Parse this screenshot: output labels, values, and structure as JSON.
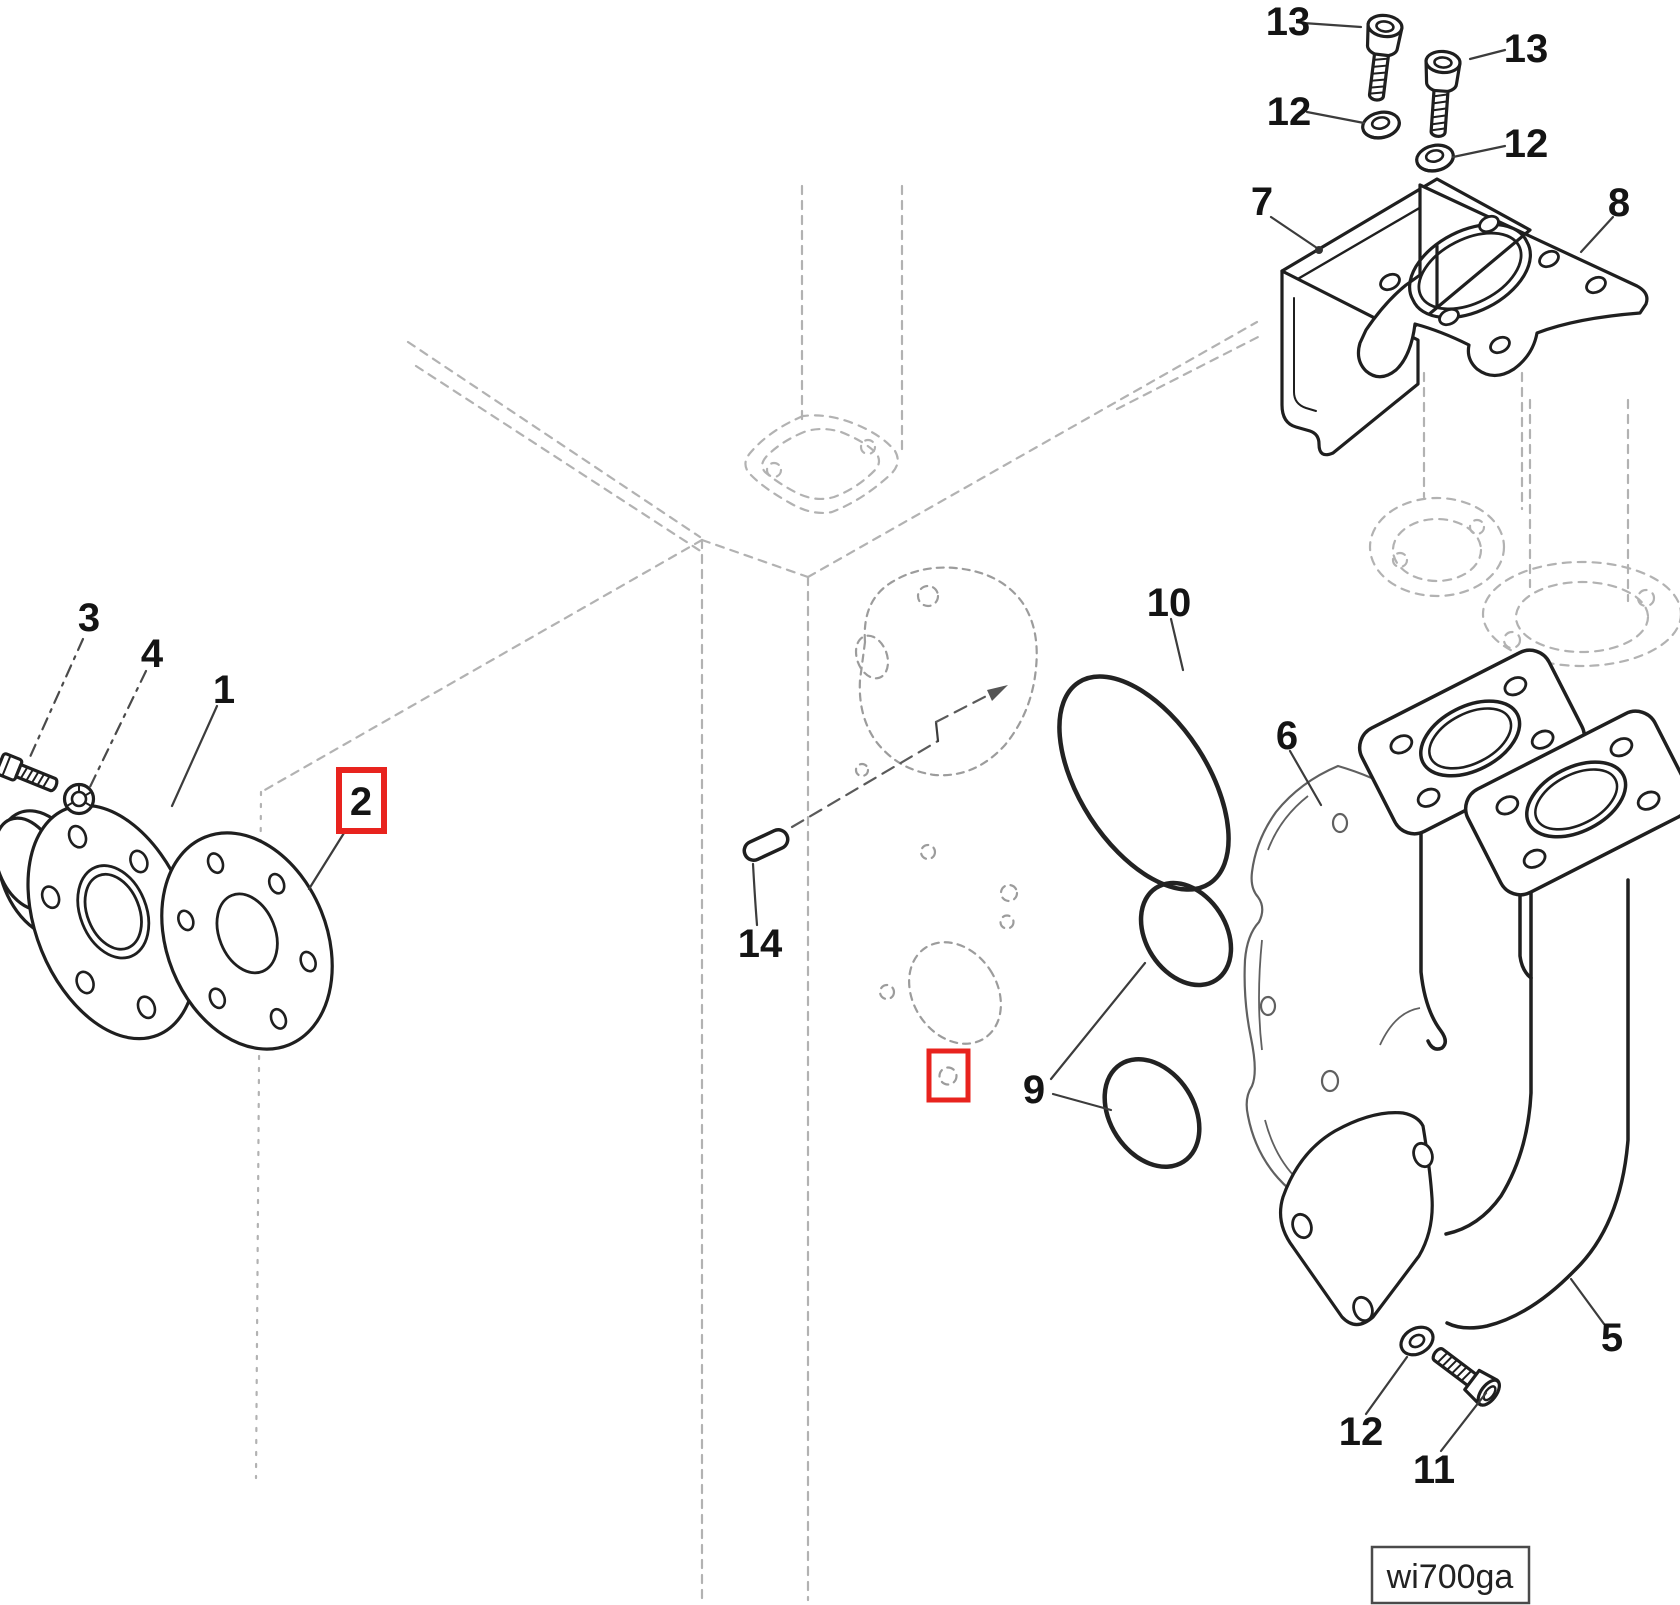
{
  "diagram": {
    "type": "exploded-parts-diagram",
    "drawing_code": "wi700ga",
    "highlight_color": "#e8231e",
    "line_color": "#1f1f1f",
    "ghost_line_color": "#b2b2b2",
    "background": "#ffffff",
    "callouts": {
      "n1": "1",
      "n2": "2",
      "n3": "3",
      "n4": "4",
      "n5": "5",
      "n6": "6",
      "n7": "7",
      "n8": "8",
      "n9": "9",
      "n10": "10",
      "n11": "11",
      "n12": "12",
      "n13": "13",
      "n14": "14"
    },
    "highlighted_callouts": [
      "2",
      "ghost-detail-near-9"
    ]
  }
}
